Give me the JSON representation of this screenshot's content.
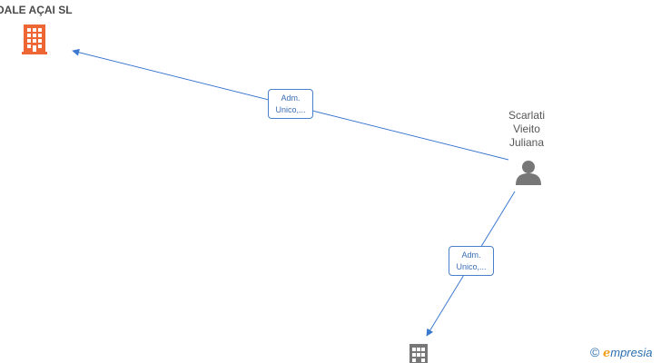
{
  "nodes": {
    "company_top": {
      "name": "DALE AÇAI SL",
      "icon": "building-icon",
      "color": "#ee6633"
    },
    "person": {
      "name_lines": [
        "Scarlati",
        "Vieito",
        "Juliana"
      ],
      "icon": "person-icon",
      "color": "#777777"
    },
    "company_bottom": {
      "icon": "building-icon",
      "color": "#777777"
    }
  },
  "edges": [
    {
      "from": "person",
      "to": "company_top",
      "label_lines": [
        "Adm.",
        "Unico,..."
      ]
    },
    {
      "from": "person",
      "to": "company_bottom",
      "label_lines": [
        "Adm.",
        "Unico,..."
      ]
    }
  ],
  "edge_color": "#3b78d0",
  "watermark": {
    "copyright": "©",
    "brand_initial": "e",
    "brand_rest": "mpresia"
  }
}
